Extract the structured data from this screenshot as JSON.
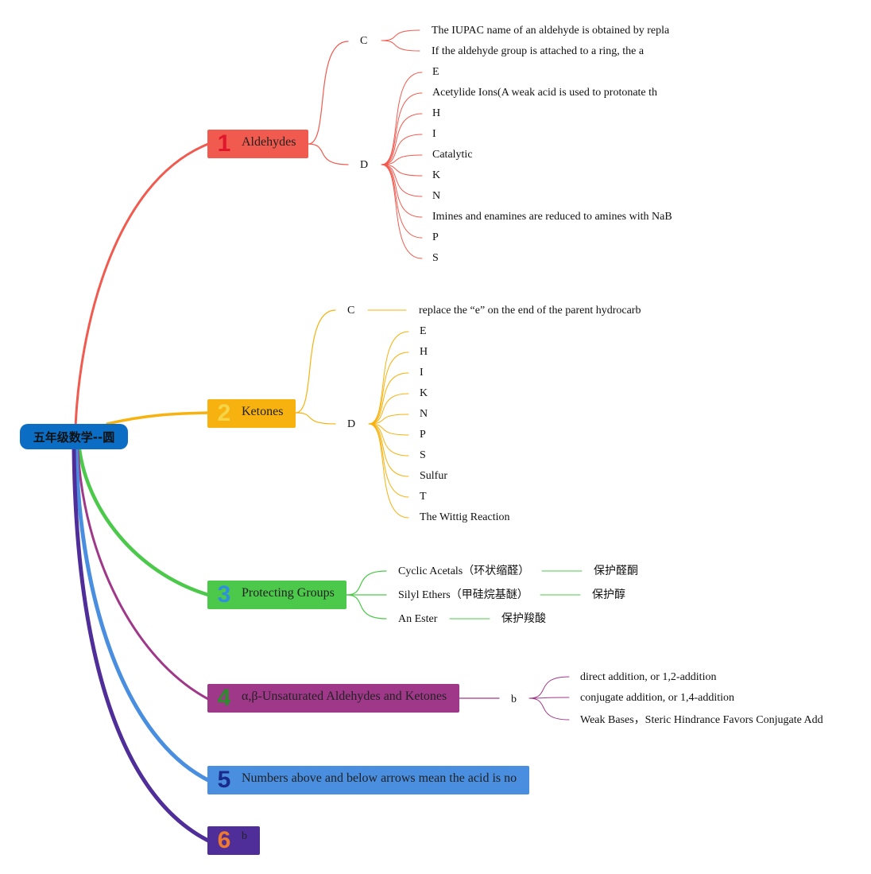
{
  "root": {
    "label": "五年级数学--圆",
    "color": "#0b6ec4"
  },
  "branches": [
    {
      "number": "1",
      "label": "Aldehydes",
      "color": "#f15a4f",
      "number_color": "#e0162b",
      "children": [
        {
          "label": "C",
          "children": [
            "The IUPAC name of an aldehyde is obtained by repla",
            "If the aldehyde group is attached to a ring, the a"
          ]
        },
        {
          "label": "D",
          "children": [
            "E",
            "Acetylide Ions(A weak acid is used to protonate th",
            "H",
            "I",
            "Catalytic",
            "K",
            "N",
            "Imines and enamines are reduced to amines with NaB",
            "P",
            "S"
          ]
        }
      ]
    },
    {
      "number": "2",
      "label": "Ketones",
      "color": "#f7b20f",
      "number_color": "#f5d547",
      "children": [
        {
          "label": "C",
          "children": [
            "replace the “e” on the end of the parent hydrocarb"
          ]
        },
        {
          "label": "D",
          "children": [
            "E",
            "H",
            "I",
            "K",
            "N",
            "P",
            "S",
            "Sulfur",
            "T",
            "The Wittig Reaction"
          ]
        }
      ]
    },
    {
      "number": "3",
      "label": "Protecting Groups",
      "color": "#4cc94a",
      "number_color": "#2e8fe0",
      "children": [
        {
          "label": "Cyclic Acetals（环状缩醛）",
          "note": "保护醛酮"
        },
        {
          "label": "Silyl Ethers（甲硅烷基醚）",
          "note": "保护醇"
        },
        {
          "label": "An Ester",
          "note": "保护羧酸"
        }
      ]
    },
    {
      "number": "4",
      "label": "α,β-Unsaturated Aldehydes and Ketones",
      "color": "#a0388a",
      "number_color": "#2a8c2a",
      "children": [
        {
          "label": "b",
          "children": [
            "direct addition, or 1,2-addition",
            "conjugate addition, or 1,4-addition",
            "Weak Bases，Steric Hindrance Favors Conjugate Add"
          ]
        }
      ]
    },
    {
      "number": "5",
      "label": "Numbers above and below arrows mean the acid is no",
      "color": "#4a8ee0",
      "number_color": "#1a2a8c",
      "children": []
    },
    {
      "number": "6",
      "label": "b",
      "color": "#4f2e9a",
      "number_color": "#f07a2a",
      "children": []
    }
  ]
}
